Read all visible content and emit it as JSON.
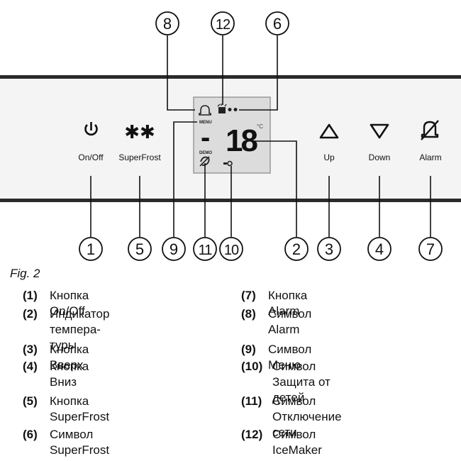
{
  "figure_label": "Fig. 2",
  "callouts": [
    "1",
    "2",
    "3",
    "4",
    "5",
    "6",
    "7",
    "8",
    "9",
    "10",
    "11",
    "12"
  ],
  "buttons": {
    "onoff": {
      "label": "On/Off",
      "icon": "power-icon"
    },
    "superfrost": {
      "label": "SuperFrost",
      "icon": "snowflake-pair-icon",
      "glyph": "✱✱"
    },
    "up": {
      "label": "Up",
      "icon": "triangle-up-icon"
    },
    "down": {
      "label": "Down",
      "icon": "triangle-down-icon"
    },
    "alarm": {
      "label": "Alarm",
      "icon": "bell-off-icon"
    }
  },
  "display": {
    "temperature_sign": "-",
    "temperature_value": "18",
    "unit": "°C",
    "menu_label": "MENU",
    "demo_label": "DEMO"
  },
  "legend": [
    {
      "num": "(1)",
      "text": "Кнопка On/Off"
    },
    {
      "num": "(2)",
      "text": "Индикатор темпера-\nтуры"
    },
    {
      "num": "(3)",
      "text": "Кнопка Вверх"
    },
    {
      "num": "(4)",
      "text": "Кнопка Вниз"
    },
    {
      "num": "(5)",
      "text": "Кнопка SuperFrost"
    },
    {
      "num": "(6)",
      "text": "Символ SuperFrost"
    },
    {
      "num": "(7)",
      "text": "Кнопка Alarm"
    },
    {
      "num": "(8)",
      "text": "Символ Alarm"
    },
    {
      "num": "(9)",
      "text": "Символ Меню"
    },
    {
      "num": "(10)",
      "text": "Символ Защита от\nдетей"
    },
    {
      "num": "(11)",
      "text": "Символ Отключение\nсети"
    },
    {
      "num": "(12)",
      "text": "Символ IceMaker"
    }
  ]
}
